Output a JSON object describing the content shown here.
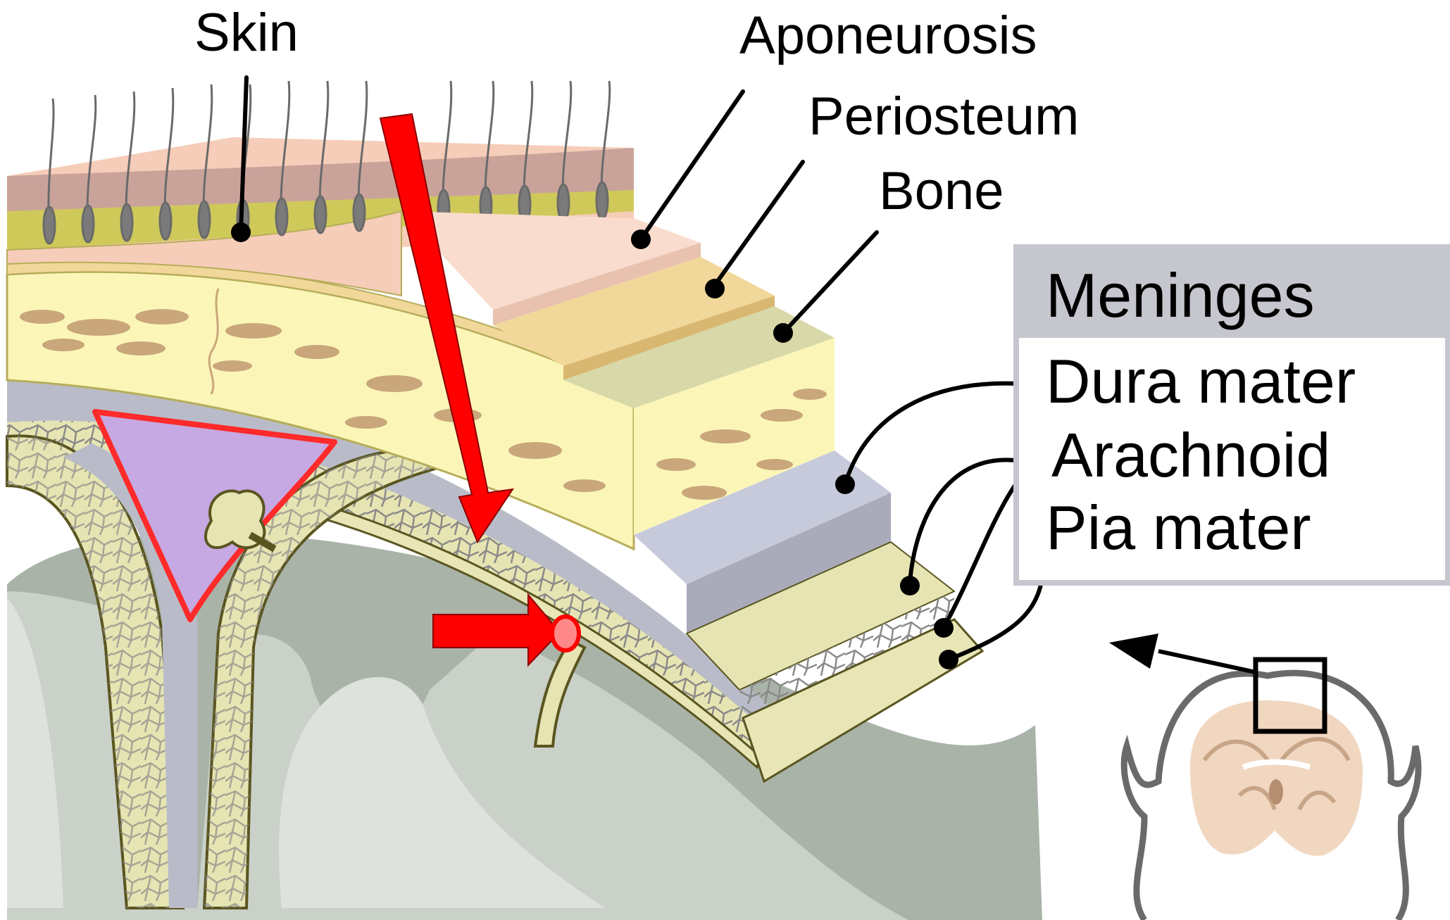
{
  "labels": {
    "skin": "Skin",
    "aponeurosis": "Aponeurosis",
    "periosteum": "Periosteum",
    "bone": "Bone"
  },
  "meninges_box": {
    "title": "Meninges",
    "items": [
      "Dura mater",
      "Arachnoid",
      "Pia mater"
    ]
  },
  "colors": {
    "skin": "#f6cdb8",
    "dermis": "#cfc95a",
    "aponeurosis": "#f9dccd",
    "periosteum": "#f1d79a",
    "bone": "#fbf6b8",
    "bone_spots": "#c9a77a",
    "dura": "#c6cadb",
    "arachnoid": "#e6e4b2",
    "pia": "#e8e6b6",
    "brain": "#c9d1c8",
    "sinus": "#c6a9e2",
    "arrow": "#ff0000",
    "box_header": "#c5c6ce"
  },
  "icons": [
    "red-arrow-icon",
    "head-outline-icon",
    "brain-section-icon"
  ]
}
